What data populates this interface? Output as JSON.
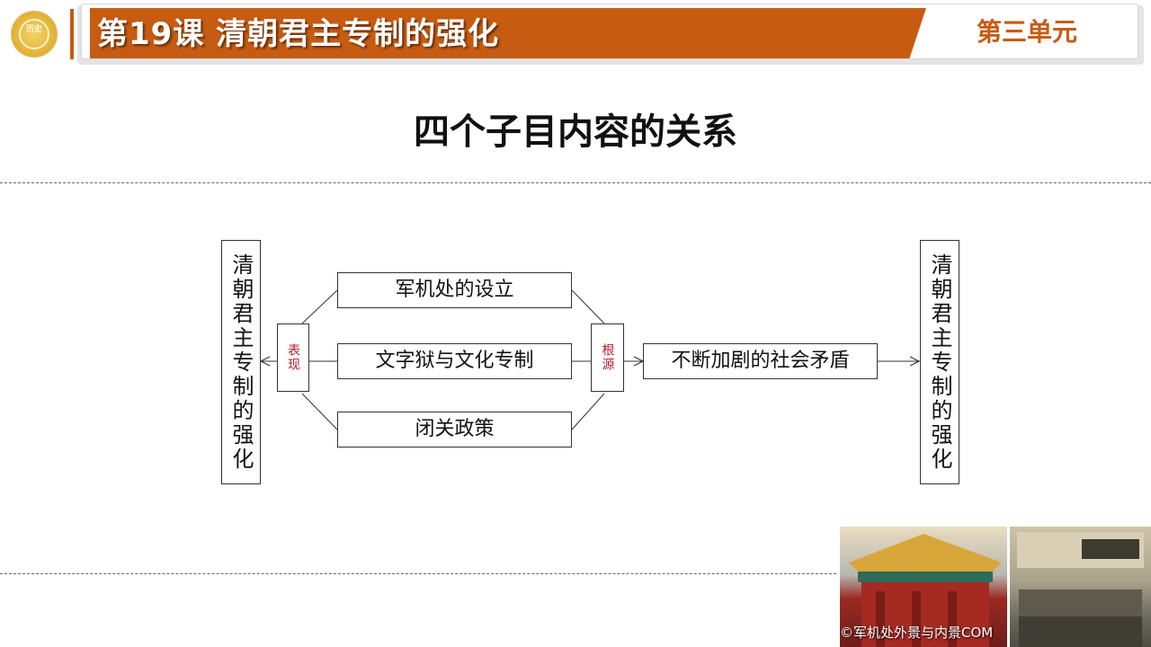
{
  "header": {
    "lesson_title": "第19课 清朝君主专制的强化",
    "unit_label": "第三单元",
    "logo_text": "历史"
  },
  "page_title": "四个子目内容的关系",
  "diagram": {
    "left_box": "清朝君主专制的强化",
    "right_box": "清朝君主专制的强化",
    "left_relation": "表现",
    "right_relation": "根源",
    "items": [
      "军机处的设立",
      "文字狱与文化专制",
      "闭关政策"
    ],
    "result": "不断加剧的社会矛盾"
  },
  "photos": {
    "caption": "©军机处外景与内景COM"
  },
  "colors": {
    "accent": "#c75b12",
    "relation_label": "#b3192c",
    "dash": "#666666"
  }
}
